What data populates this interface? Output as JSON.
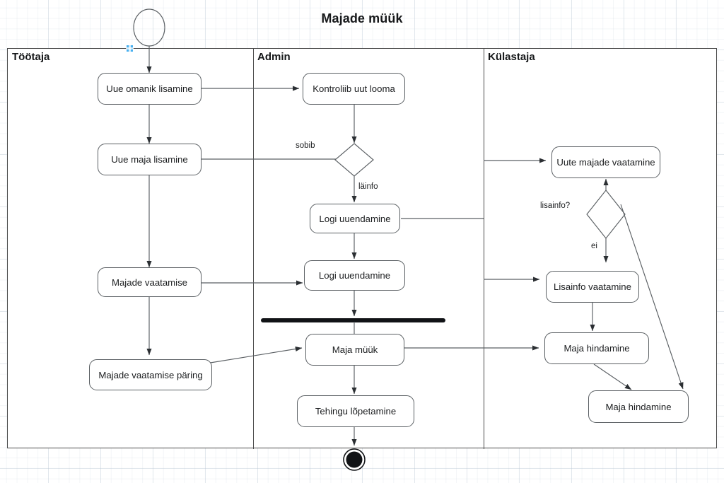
{
  "diagram": {
    "title": "Majade müük",
    "type": "uml-activity-diagram-swimlanes"
  },
  "lanes": [
    {
      "id": "tootaja",
      "label": "Töötaja"
    },
    {
      "id": "admin",
      "label": "Admin"
    },
    {
      "id": "kulastaja",
      "label": "Külastaja"
    }
  ],
  "nodes": {
    "start": {
      "kind": "initial-node"
    },
    "end": {
      "kind": "final-node"
    },
    "fork": {
      "kind": "synchronization-bar"
    },
    "decision_sobib": {
      "kind": "decision-node"
    },
    "decision_lisainfo": {
      "kind": "decision-node"
    },
    "a1": {
      "label": "Uue omanik lisamine",
      "lane": "tootaja"
    },
    "a2": {
      "label": "Uue maja lisamine",
      "lane": "tootaja"
    },
    "a3": {
      "label": "Majade vaatamise",
      "lane": "tootaja"
    },
    "a4": {
      "label": "Majade vaatamise päring",
      "lane": "tootaja"
    },
    "b1": {
      "label": "Kontroliib uut looma",
      "lane": "admin"
    },
    "b2": {
      "label": "Logi uuendamine",
      "lane": "admin"
    },
    "b3": {
      "label": "Logi uuendamine",
      "lane": "admin"
    },
    "b4": {
      "label": "Maja müük",
      "lane": "admin"
    },
    "b5": {
      "label": "Tehingu lõpetamine",
      "lane": "admin"
    },
    "c1": {
      "label": "Uute majade vaatamine",
      "lane": "kulastaja"
    },
    "c2": {
      "label": "Lisainfo vaatamine",
      "lane": "kulastaja"
    },
    "c3": {
      "label": "Maja hindamine",
      "lane": "kulastaja"
    },
    "c4": {
      "label": "Maja hindamine",
      "lane": "kulastaja"
    }
  },
  "edge_labels": {
    "sobib": "sobib",
    "lainfo": "läinfo",
    "lisainfo": "lisainfo?",
    "ei": "ei"
  },
  "colors": {
    "stroke": "#5a5f63",
    "lane_border": "#4a4a4a",
    "text": "#1b1d1f",
    "grid": "#b6c4d2",
    "anchor": "#49b0f0",
    "background": "#ffffff"
  }
}
